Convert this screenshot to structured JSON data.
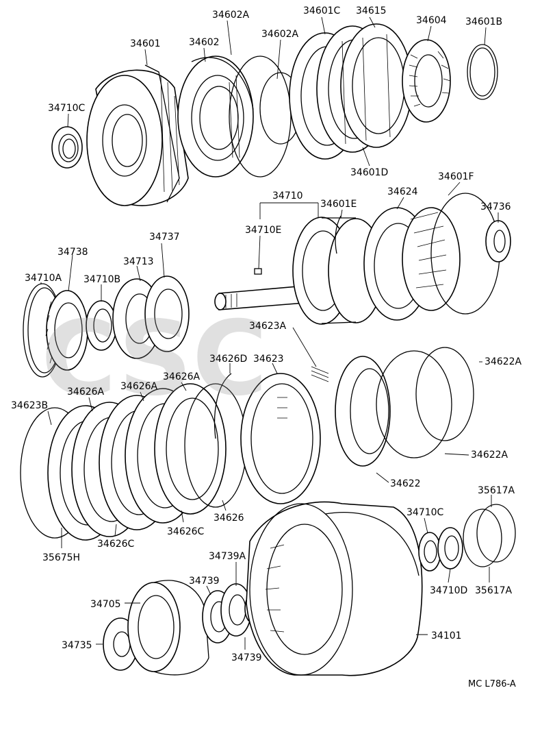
{
  "diagram": {
    "drawing_code": "MC L786-A",
    "watermark": "CSC",
    "labels": {
      "l34601": "34601",
      "l34602": "34602",
      "l34602A_top": "34602A",
      "l34601C": "34601C",
      "l34615": "34615",
      "l34604": "34604",
      "l34601B": "34601B",
      "l34602A_mid": "34602A",
      "l34710C_top": "34710C",
      "l34601D": "34601D",
      "l34710": "34710",
      "l34624": "34624",
      "l34601F": "34601F",
      "l34601E": "34601E",
      "l34736": "34736",
      "l34710E": "34710E",
      "l34737": "34737",
      "l34738": "34738",
      "l34713": "34713",
      "l34710A": "34710A",
      "l34710B": "34710B",
      "l34623A": "34623A",
      "l34622A_top": "34622A",
      "l34626D": "34626D",
      "l34623": "34623",
      "l34626A_1": "34626A",
      "l34626A_2": "34626A",
      "l34626A_3": "34626A",
      "l34623B": "34623B",
      "l34622A_bot": "34622A",
      "l34622": "34622",
      "l34626": "34626",
      "l34626C_1": "34626C",
      "l34626C_2": "34626C",
      "l35675H": "35675H",
      "l35617A_top": "35617A",
      "l34710C_bot": "34710C",
      "l34739A": "34739A",
      "l34710D": "34710D",
      "l35617A_bot": "35617A",
      "l34739_1": "34739",
      "l34705": "34705",
      "l34101": "34101",
      "l34735": "34735",
      "l34739_2": "34739"
    }
  }
}
